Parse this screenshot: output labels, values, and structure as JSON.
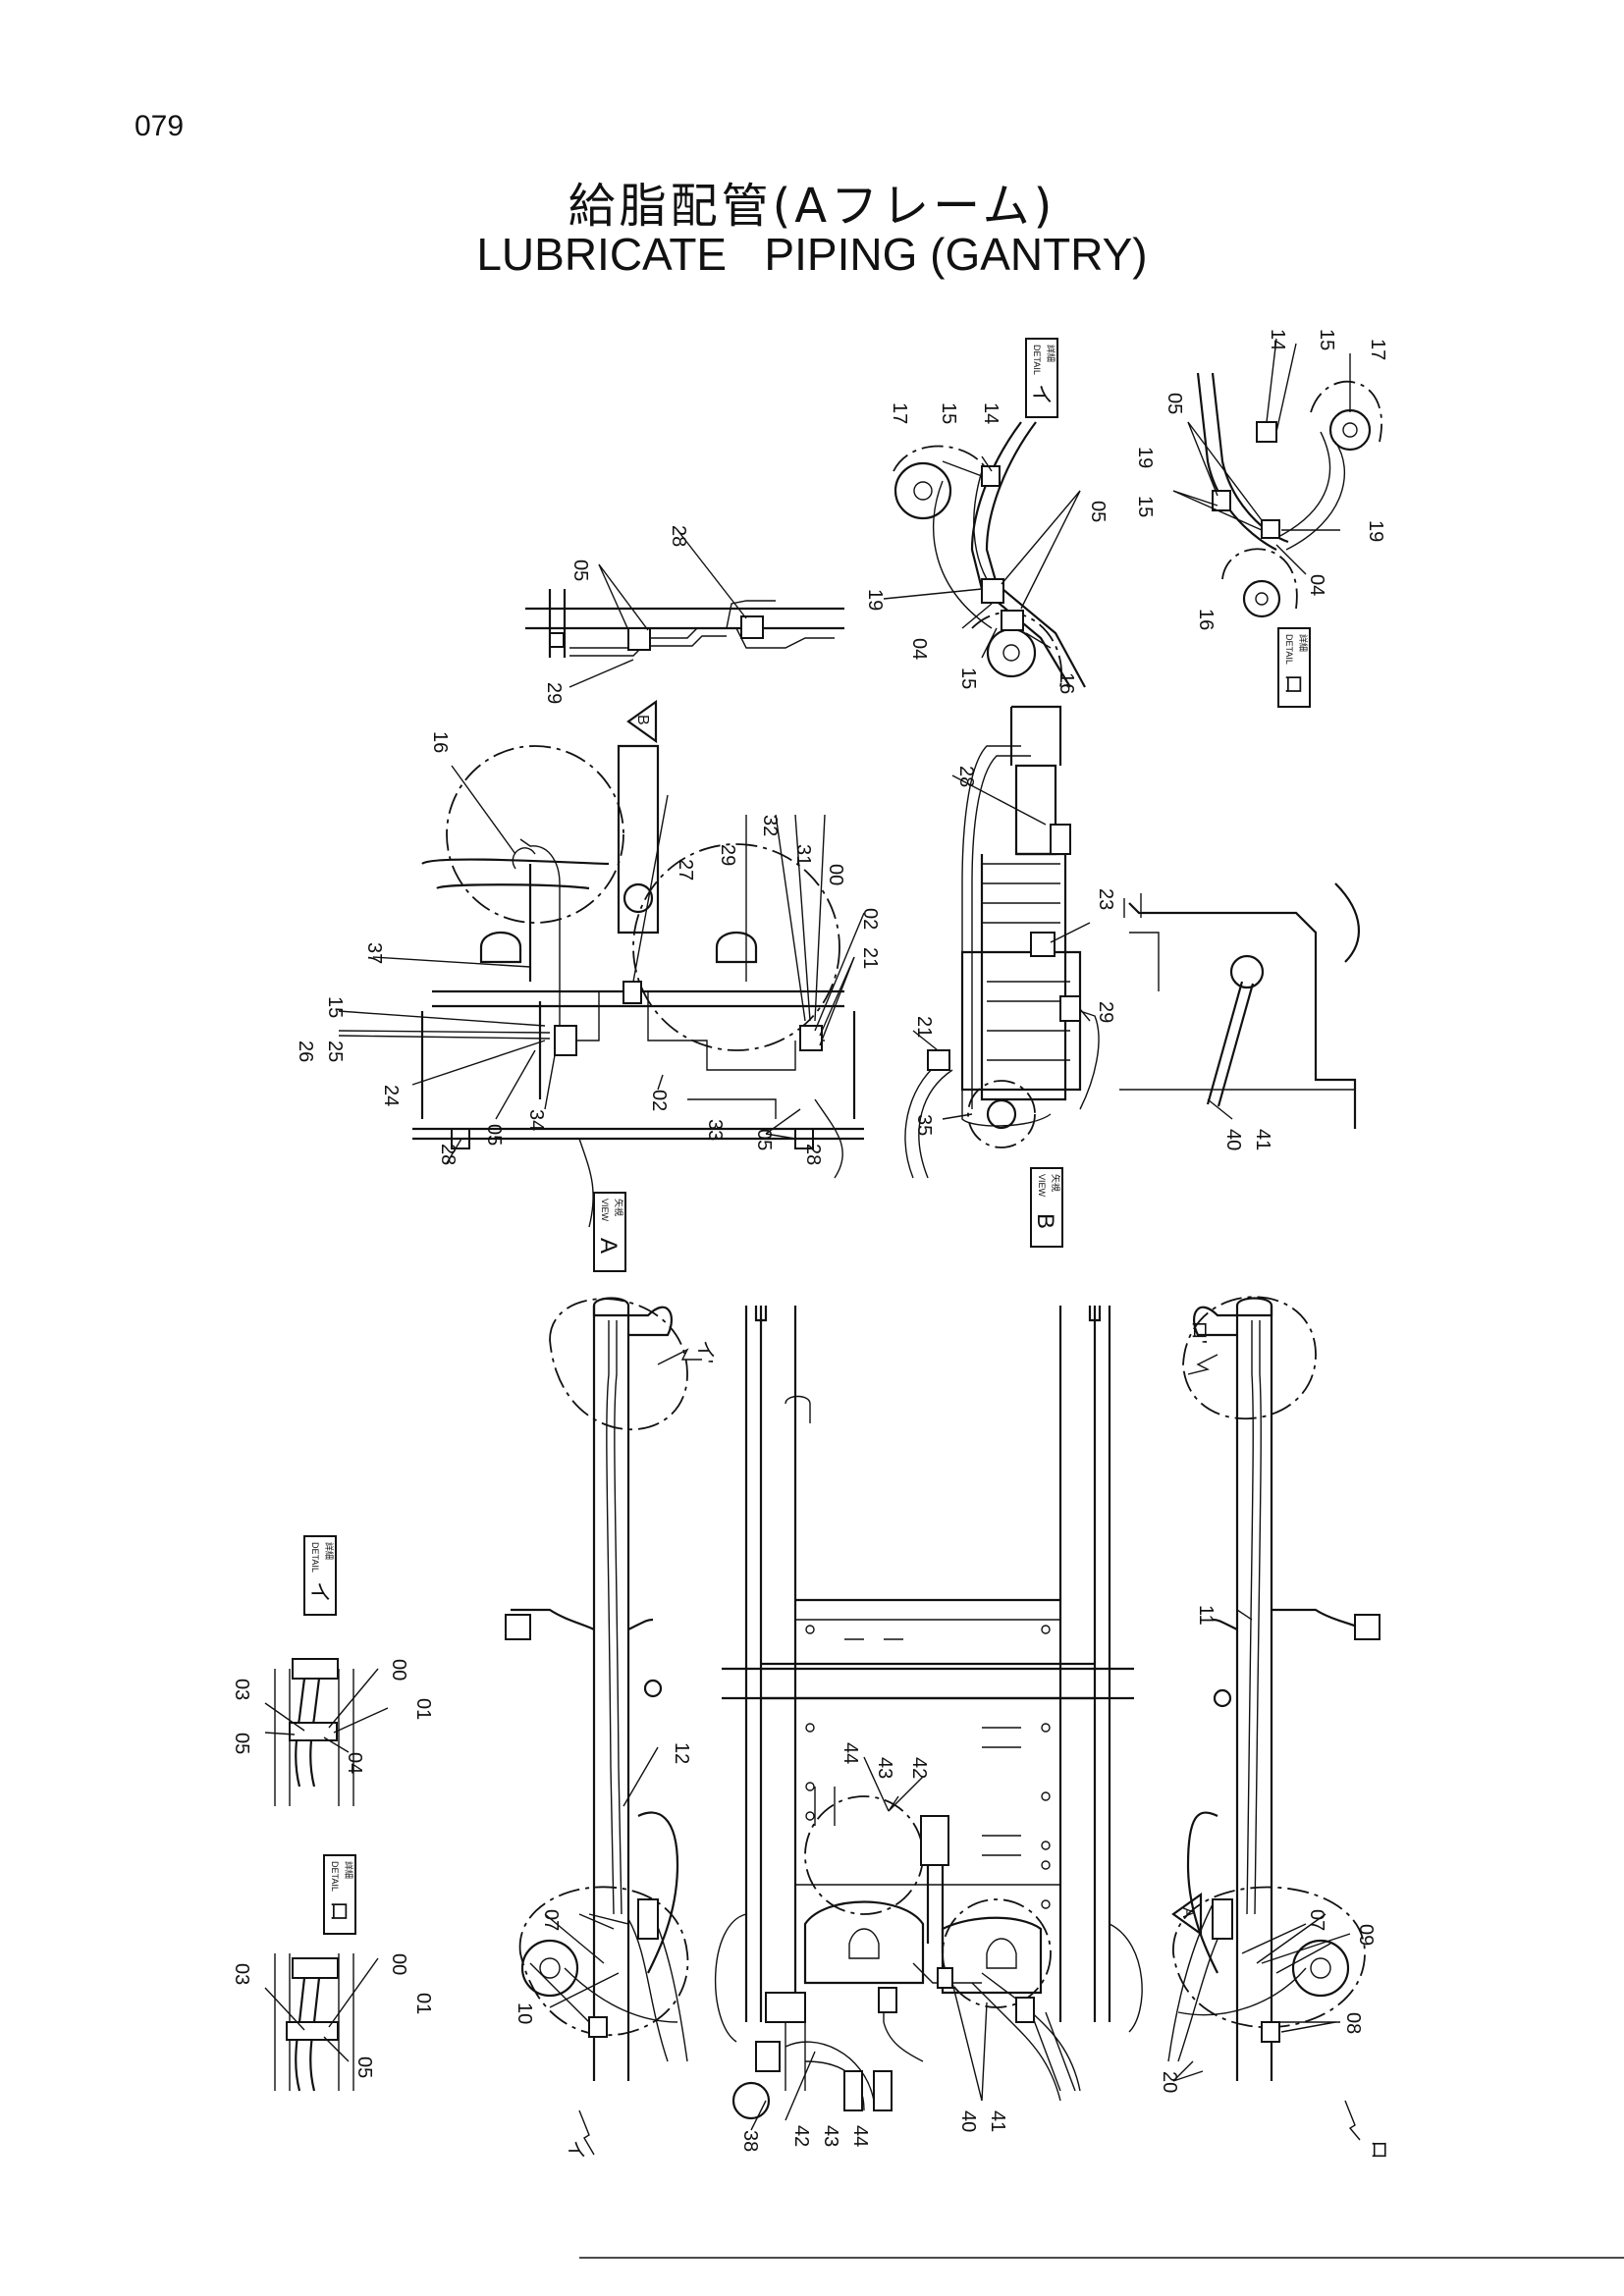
{
  "page_number": "079",
  "title_jp": "給脂配管(Aフレーム)",
  "title_en": "LUBRICATE   PIPING (GANTRY)",
  "view_labels": [
    {
      "id": "view-a",
      "kanji": "矢視",
      "small": "VIEW",
      "letter": "A"
    },
    {
      "id": "view-b",
      "kanji": "矢視",
      "small": "VIEW",
      "letter": "B"
    },
    {
      "id": "detail-i-top",
      "kanji": "詳細",
      "small": "DETAIL",
      "letter": "イ"
    },
    {
      "id": "detail-ro-top",
      "kanji": "詳細",
      "small": "DETAIL",
      "letter": "ロ"
    },
    {
      "id": "detail-i-left",
      "kanji": "詳細",
      "small": "DETAIL",
      "letter": "イ"
    },
    {
      "id": "detail-ro-left",
      "kanji": "詳細",
      "small": "DETAIL",
      "letter": "ロ"
    }
  ],
  "arrow_markers": {
    "a": "A",
    "b": "B"
  },
  "direction_marks": {
    "i": "イ",
    "i_prime": "イ'",
    "ro": "ロ",
    "ro_prime": "ロ'"
  },
  "callouts": {
    "top_left": [
      "05",
      "28",
      "29"
    ],
    "detail_i_top": [
      "17",
      "15",
      "14",
      "05",
      "19",
      "04",
      "15",
      "16"
    ],
    "detail_ro_top": [
      "14",
      "15",
      "17",
      "05",
      "19",
      "15",
      "19",
      "04",
      "16"
    ],
    "view_a": [
      "16",
      "27",
      "29",
      "32",
      "31",
      "00",
      "02",
      "21",
      "37",
      "15",
      "26",
      "25",
      "24",
      "28",
      "05",
      "34",
      "02",
      "33",
      "05",
      "28"
    ],
    "view_b": [
      "28",
      "23",
      "29",
      "21",
      "35",
      "40",
      "41"
    ],
    "detail_i_left": [
      "03",
      "00",
      "01",
      "05",
      "04"
    ],
    "detail_ro_left": [
      "03",
      "00",
      "01",
      "05"
    ],
    "main": [
      "11",
      "12",
      "44",
      "43",
      "42",
      "07",
      "10",
      "38",
      "42",
      "43",
      "44",
      "40",
      "41",
      "07",
      "09",
      "08",
      "20"
    ]
  }
}
